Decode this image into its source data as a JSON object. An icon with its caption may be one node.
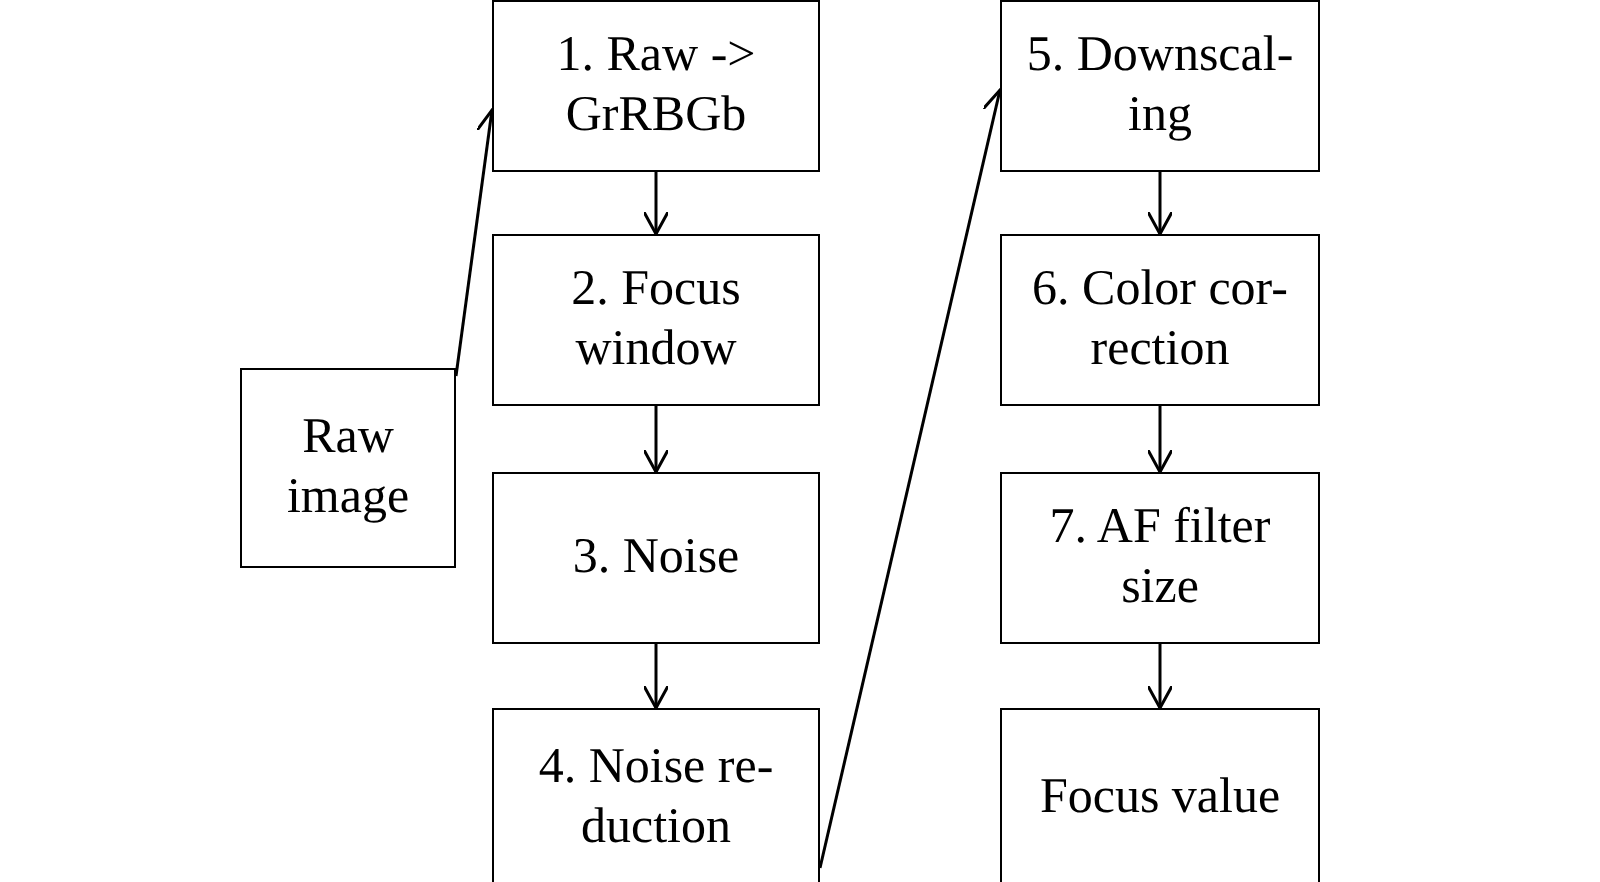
{
  "diagram": {
    "nodes": [
      {
        "text": [
          "Raw image"
        ]
      },
      {
        "text": [
          "1. Raw -> GrRBGb"
        ]
      },
      {
        "text": [
          "2. Focus window"
        ]
      },
      {
        "text": [
          "3. Noise"
        ]
      },
      {
        "text": [
          "4. Noise re-duction"
        ]
      },
      {
        "text": [
          "5. Downscal-ing"
        ]
      },
      {
        "text": [
          "6. Color cor-rection"
        ]
      },
      {
        "text": [
          "7. AF filter size"
        ]
      },
      {
        "text": [
          "Focus value"
        ]
      }
    ],
    "edges": [
      {
        "from": 0,
        "to": 1,
        "arrow": "to"
      },
      {
        "from": 1,
        "to": 2,
        "arrow": "to"
      },
      {
        "from": 2,
        "to": 3,
        "arrow": "to"
      },
      {
        "from": 3,
        "to": 4,
        "arrow": "to"
      },
      {
        "from": 4,
        "to": 5,
        "arrow": "to"
      },
      {
        "from": 5,
        "to": 6,
        "arrow": "to"
      },
      {
        "from": 6,
        "to": 7,
        "arrow": "to"
      },
      {
        "from": 7,
        "to": 8,
        "arrow": "to"
      }
    ]
  }
}
